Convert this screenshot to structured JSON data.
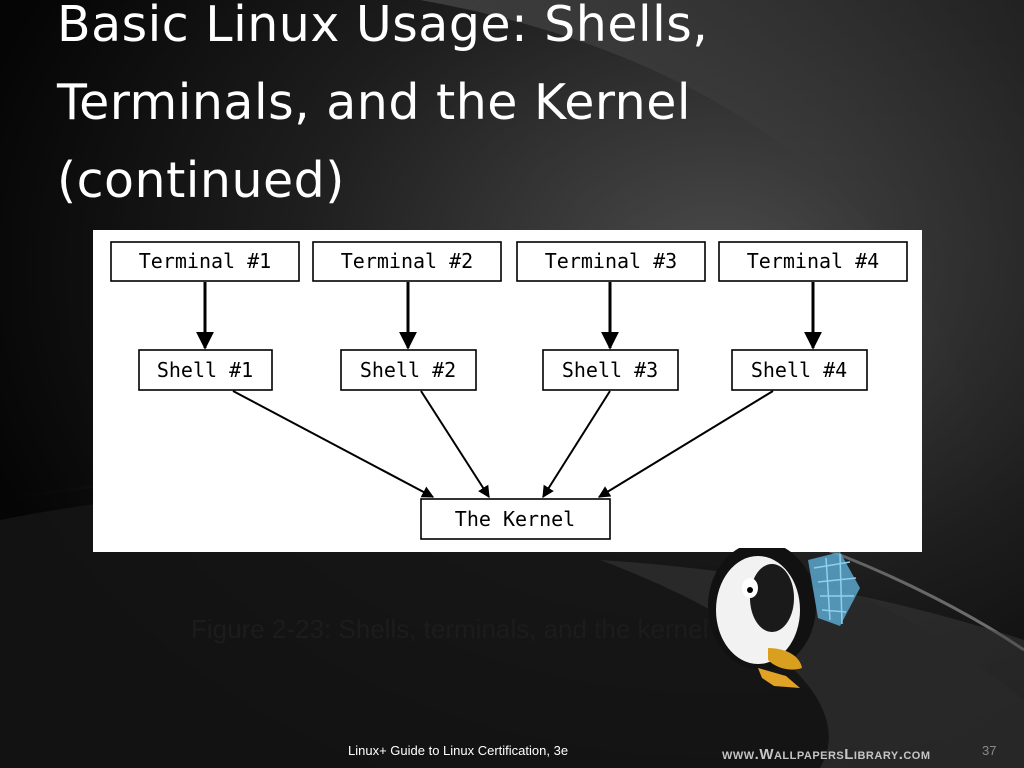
{
  "slide": {
    "title_lines": [
      "Basic Linux Usage: Shells,",
      "Terminals, and the Kernel",
      "(continued)"
    ],
    "caption": "Figure 2-23: Shells, terminals, and the kernel",
    "footer_text": "Linux+ Guide to Linux Certification, 3e",
    "page_number": "37",
    "watermark": "www.WallpapersLibrary.com"
  },
  "diagram": {
    "terminals": [
      "Terminal #1",
      "Terminal #2",
      "Terminal #3",
      "Terminal #4"
    ],
    "shells": [
      "Shell #1",
      "Shell #2",
      "Shell #3",
      "Shell #4"
    ],
    "kernel": "The Kernel",
    "edges": [
      [
        "Terminal #1",
        "Shell #1"
      ],
      [
        "Terminal #2",
        "Shell #2"
      ],
      [
        "Terminal #3",
        "Shell #3"
      ],
      [
        "Terminal #4",
        "Shell #4"
      ],
      [
        "Shell #1",
        "The Kernel"
      ],
      [
        "Shell #2",
        "The Kernel"
      ],
      [
        "Shell #3",
        "The Kernel"
      ],
      [
        "Shell #4",
        "The Kernel"
      ]
    ]
  },
  "colors": {
    "background": "#0b0b0b",
    "title": "#ffffff",
    "panel": "#ffffff"
  }
}
